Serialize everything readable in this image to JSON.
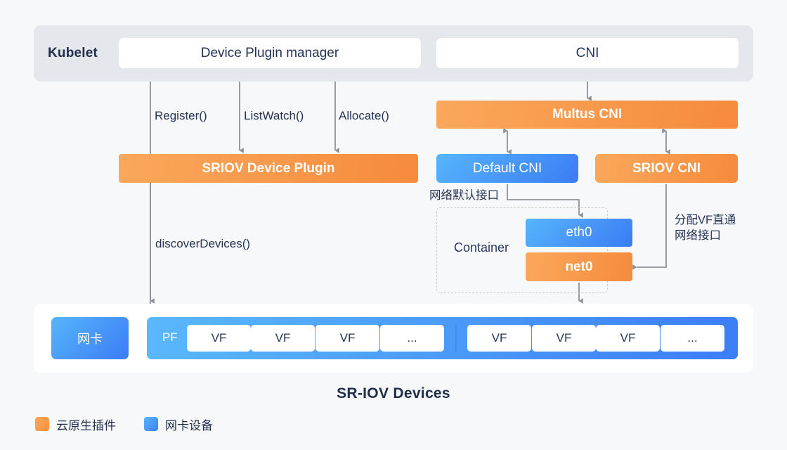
{
  "diagram": {
    "bottom_title": "SR-IOV Devices",
    "kubelet": {
      "label": "Kubelet",
      "boxes": [
        {
          "label": "Device Plugin manager"
        },
        {
          "label": "CNI"
        }
      ]
    },
    "nodes": {
      "multus_cni": "Multus CNI",
      "sriov_device_plugin": "SRIOV Device Plugin",
      "default_cni": "Default CNI",
      "sriov_cni": "SRIOV CNI",
      "container": "Container",
      "eth0": "eth0",
      "net0": "net0"
    },
    "arrow_labels": {
      "register": "Register()",
      "listwatch": "ListWatch()",
      "allocate": "Allocate()",
      "discover_devices": "discoverDevices()",
      "default_iface": "网络默认接口",
      "vf_passthrough_line1": "分配VF直通",
      "vf_passthrough_line2": "网络接口"
    },
    "devices": {
      "nic": "网卡",
      "pf": "PF",
      "group_left": [
        "VF",
        "VF",
        "VF",
        "..."
      ],
      "group_right": [
        "VF",
        "VF",
        "VF",
        "..."
      ]
    },
    "legend": [
      {
        "swatch": "orange",
        "label": "云原生插件",
        "color": "#f79a48"
      },
      {
        "swatch": "blue",
        "label": "网卡设备",
        "color": "#4b9cf8"
      }
    ]
  }
}
